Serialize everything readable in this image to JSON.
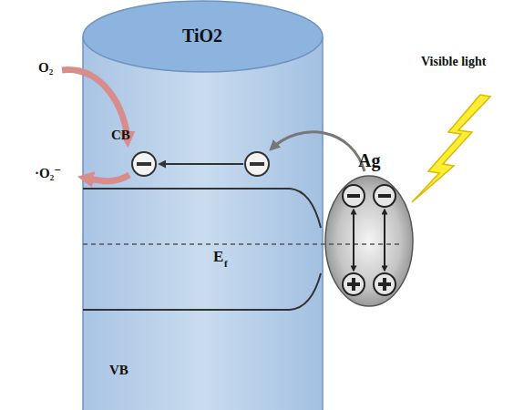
{
  "diagram": {
    "nodes": [
      {
        "text": [
          "TiO2"
        ]
      },
      {
        "text": [
          "Ag"
        ]
      }
    ],
    "labels": [
      "O₂",
      "Visible light",
      "CB",
      "·O₂⁻",
      "E",
      "f",
      "VB"
    ]
  }
}
